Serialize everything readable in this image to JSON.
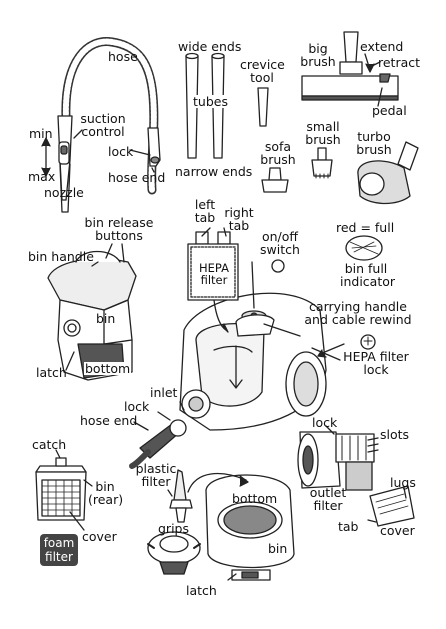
{
  "labels": {
    "hose": "hose",
    "suction_control": "suction\ncontrol",
    "min": "min",
    "max": "max",
    "nozzle": "nozzle",
    "lock_hose": "lock",
    "hose_end_top": "hose end",
    "wide_ends": "wide ends",
    "tubes": "tubes",
    "narrow_ends": "narrow ends",
    "crevice_tool": "crevice\ntool",
    "sofa_brush": "sofa\nbrush",
    "small_brush": "small\nbrush",
    "big_brush": "big\nbrush",
    "extend": "extend",
    "retract": "retract",
    "pedal": "pedal",
    "turbo_brush": "turbo\nbrush",
    "bin_release_buttons": "bin release\nbuttons",
    "bin_handle": "bin handle",
    "bin_top": "bin",
    "latch_left": "latch",
    "bottom_left": "bottom",
    "left_tab": "left\ntab",
    "right_tab": "right\ntab",
    "hepa_filter_panel": "HEPA\nfilter",
    "on_off_switch": "on/off\nswitch",
    "red_full": "red = full",
    "bin_full_indicator": "bin full\nindicator",
    "carrying_handle": "carrying handle\nand cable rewind",
    "hepa_filter_lock": "HEPA filter\nlock",
    "inlet": "inlet",
    "lock_inlet": "lock",
    "hose_end_inlet": "hose end",
    "catch": "catch",
    "bin_rear": "bin\n(rear)",
    "cover_left": "cover",
    "foam_filter": "foam\nfilter",
    "plastic_filter": "plastic\nfilter",
    "grips": "grips",
    "bottom_center": "bottom",
    "bin_center": "bin",
    "latch_bottom": "latch",
    "lock_outlet": "lock",
    "slots": "slots",
    "lugs": "lugs",
    "outlet_filter": "outlet\nfilter",
    "tab": "tab",
    "cover_right": "cover"
  }
}
